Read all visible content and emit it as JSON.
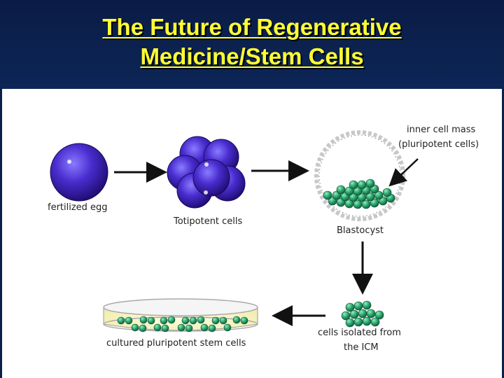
{
  "slide": {
    "title_line1": "The Future of Regenerative",
    "title_line2": "Medicine/Stem Cells"
  },
  "diagram": {
    "fertilized_egg": "fertilized egg",
    "totipotent_cells": "Totipotent cells",
    "blastocyst": "Blastocyst",
    "inner_cell_mass_line1": "inner cell mass",
    "inner_cell_mass_line2": "(pluripotent cells)",
    "isolated_line1": "cells isolated from",
    "isolated_line2": "the ICM",
    "cultured": "cultured pluripotent stem cells"
  },
  "colors": {
    "title_text": "#ffff33",
    "slide_background": "#0b1f4a",
    "egg": "#3a1fa0",
    "stem_cell": "#2fa870"
  }
}
